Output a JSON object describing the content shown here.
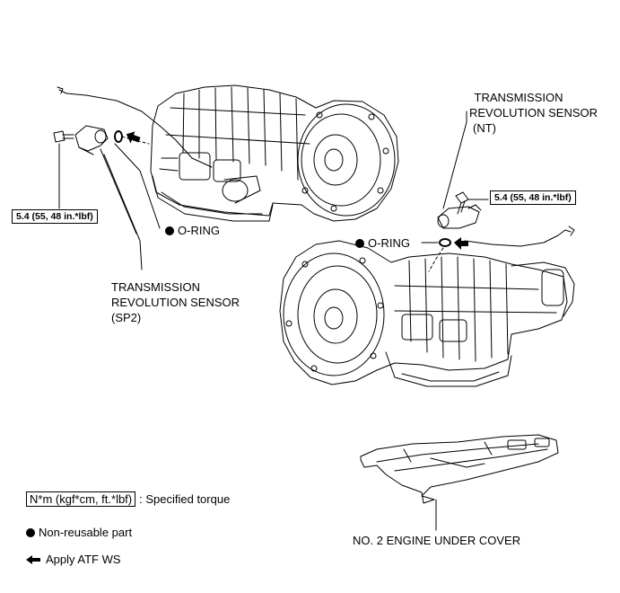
{
  "labels": {
    "sensor_nt": [
      "TRANSMISSION",
      "REVOLUTION SENSOR",
      "(NT)"
    ],
    "sensor_sp2": [
      "TRANSMISSION",
      "REVOLUTION SENSOR",
      "(SP2)"
    ],
    "oring_left": "O-RING",
    "oring_right": "O-RING",
    "torque_left": "5.4 (55, 48 in.*lbf)",
    "torque_right": "5.4 (55, 48 in.*lbf)",
    "under_cover": "NO. 2 ENGINE UNDER COVER"
  },
  "legend": {
    "torque_box": "N*m (kgf*cm, ft.*lbf)",
    "torque_text": ": Specified torque",
    "nonreusable_text": "Non-reusable part",
    "atf_text": "Apply ATF WS"
  },
  "colors": {
    "line": "#000000",
    "background": "#ffffff"
  },
  "icons": {
    "dot": "filled-circle-icon",
    "arrow": "left-arrow-icon"
  }
}
